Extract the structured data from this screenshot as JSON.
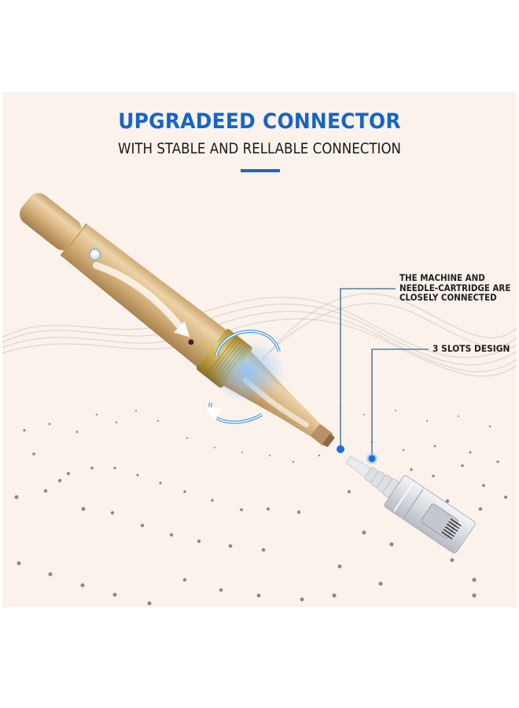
{
  "header": {
    "title": "UPGRADEED CONNECTOR",
    "subtitle": "WITH STABLE AND RELLABLE CONNECTION"
  },
  "callouts": [
    {
      "lines": [
        "THE MACHINE AND",
        "NEEDLE-CARTRIDGE ARE",
        "CLOSELY CONNECTED"
      ]
    },
    {
      "lines": [
        "3 SLOTS DESIGN"
      ]
    }
  ],
  "product": {
    "pen_label": "icon-microneedling-pen",
    "cartridge_label": "icon-needle-cartridge"
  },
  "colors": {
    "title_blue": "#1565c8",
    "panel_bg": "#fbf2ec",
    "gold": "#d9b784",
    "callout_line": "#5a7f98",
    "callout_dot": "#1a6fe0"
  }
}
